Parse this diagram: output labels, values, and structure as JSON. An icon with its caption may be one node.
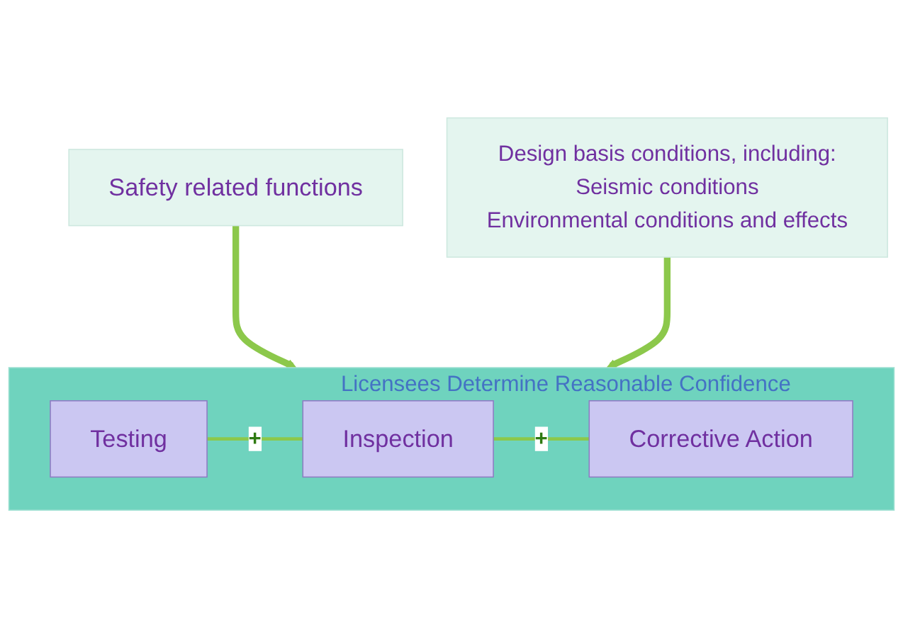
{
  "diagram": {
    "nodes": [
      {
        "text": [
          "Safety related functions"
        ]
      },
      {
        "text": [
          "Design basis conditions, including:",
          "Seismic conditions",
          "Environmental conditions and effects"
        ]
      },
      {
        "text": [
          "Licensees Determine Reasonable Confidence"
        ]
      },
      {
        "text": [
          "Testing"
        ],
        "in": 2
      },
      {
        "text": [
          "Inspection"
        ],
        "in": 2
      },
      {
        "text": [
          "Corrective Action"
        ],
        "in": 2
      }
    ],
    "edges": [
      {
        "from": 0,
        "to": 2,
        "arrow": "to",
        "style": "thick"
      },
      {
        "from": 1,
        "to": 2,
        "arrow": "to",
        "style": "thick"
      },
      {
        "from": 3,
        "to": 4,
        "arrow": "none",
        "label": "+"
      },
      {
        "from": 4,
        "to": 5,
        "arrow": "none",
        "label": "+"
      }
    ]
  }
}
